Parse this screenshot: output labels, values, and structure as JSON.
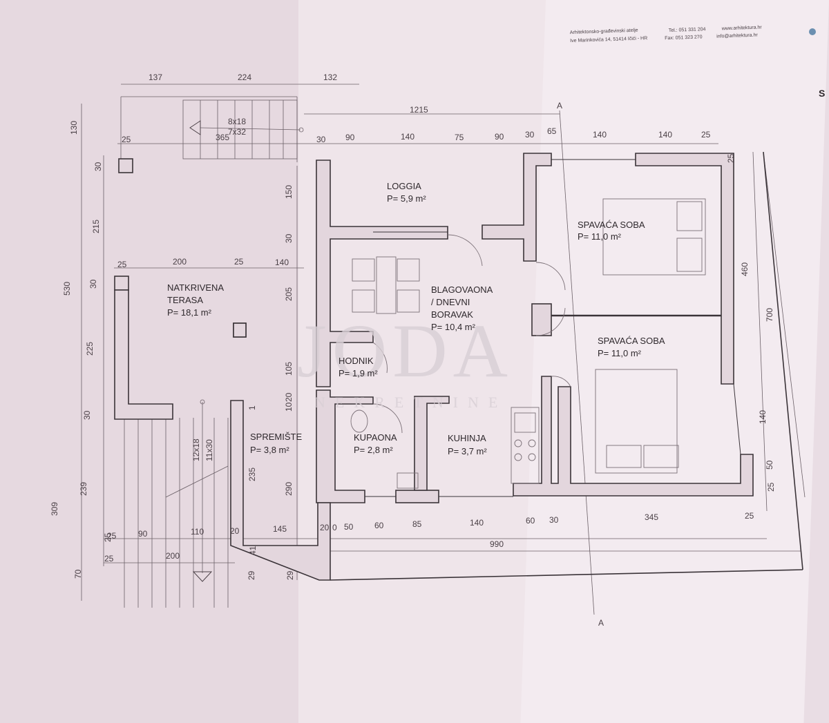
{
  "header": {
    "studio": "Arhitektonsko-građevinski atelje",
    "address": "Ive Marinkovića 14, 51414 Ičići - HR",
    "tel": "Tel.: 051 331 204",
    "fax": "Fax: 051 323 270",
    "web": "www.arhitektura.hr",
    "email": "info@arhitektura.hr",
    "edge_text": "S"
  },
  "watermark": {
    "logo": "JODA",
    "sub": "NEKRETNINE"
  },
  "section_marker": "A",
  "rooms": [
    {
      "id": "loggia",
      "name": "LOGGIA",
      "area": "P= 5,9 m²"
    },
    {
      "id": "bedroom-top",
      "name": "SPAVAĆA SOBA",
      "area": "P= 11,0 m²"
    },
    {
      "id": "terrace",
      "name": "NATKRIVENA",
      "name2": "TERASA",
      "area": "P= 18,1 m²"
    },
    {
      "id": "dining",
      "name": "BLAGOVAONA",
      "name2": "/ DNEVNI",
      "name3": "BORAVAK",
      "area": "P= 10,4 m²"
    },
    {
      "id": "bedroom-bottom",
      "name": "SPAVAĆA SOBA",
      "area": "P= 11,0 m²"
    },
    {
      "id": "hallway",
      "name": "HODNIK",
      "area": "P= 1,9 m²"
    },
    {
      "id": "storage",
      "name": "SPREMIŠTE",
      "area": "P= 3,8 m²"
    },
    {
      "id": "bathroom",
      "name": "KUPAONA",
      "area": "P= 2,8 m²"
    },
    {
      "id": "kitchen",
      "name": "KUHINJA",
      "area": "P= 3,7 m²"
    }
  ],
  "stairs": {
    "top": "8x18",
    "top2": "7x32",
    "side": "12x18",
    "side2": "11x30"
  },
  "dimensions": {
    "top_row": [
      "137",
      "224",
      "132"
    ],
    "overall_top": "1215",
    "top_inner": [
      "25",
      "365",
      "30",
      "90",
      "140",
      "75",
      "90",
      "30",
      "65",
      "140",
      "140",
      "25"
    ],
    "left_outer": [
      "130",
      "530",
      "309",
      "70"
    ],
    "left_inner": [
      "30",
      "215",
      "30",
      "225",
      "30",
      "239",
      "25"
    ],
    "inner_vertical": [
      "150",
      "30",
      "205",
      "105",
      "20",
      "10",
      "290",
      "235"
    ],
    "terrace_row": [
      "25",
      "200",
      "25",
      "140"
    ],
    "right_vertical": [
      "25",
      "460",
      "700",
      "140",
      "50",
      "25"
    ],
    "bottom_row": [
      "25",
      "90",
      "110",
      "20",
      "145",
      "20",
      "0",
      "50",
      "60",
      "85",
      "140",
      "60",
      "30",
      "345",
      "25"
    ],
    "overall_bottom": "990",
    "bottom_left": [
      "25",
      "200"
    ],
    "small": [
      "29",
      "41",
      "29",
      "1"
    ]
  }
}
